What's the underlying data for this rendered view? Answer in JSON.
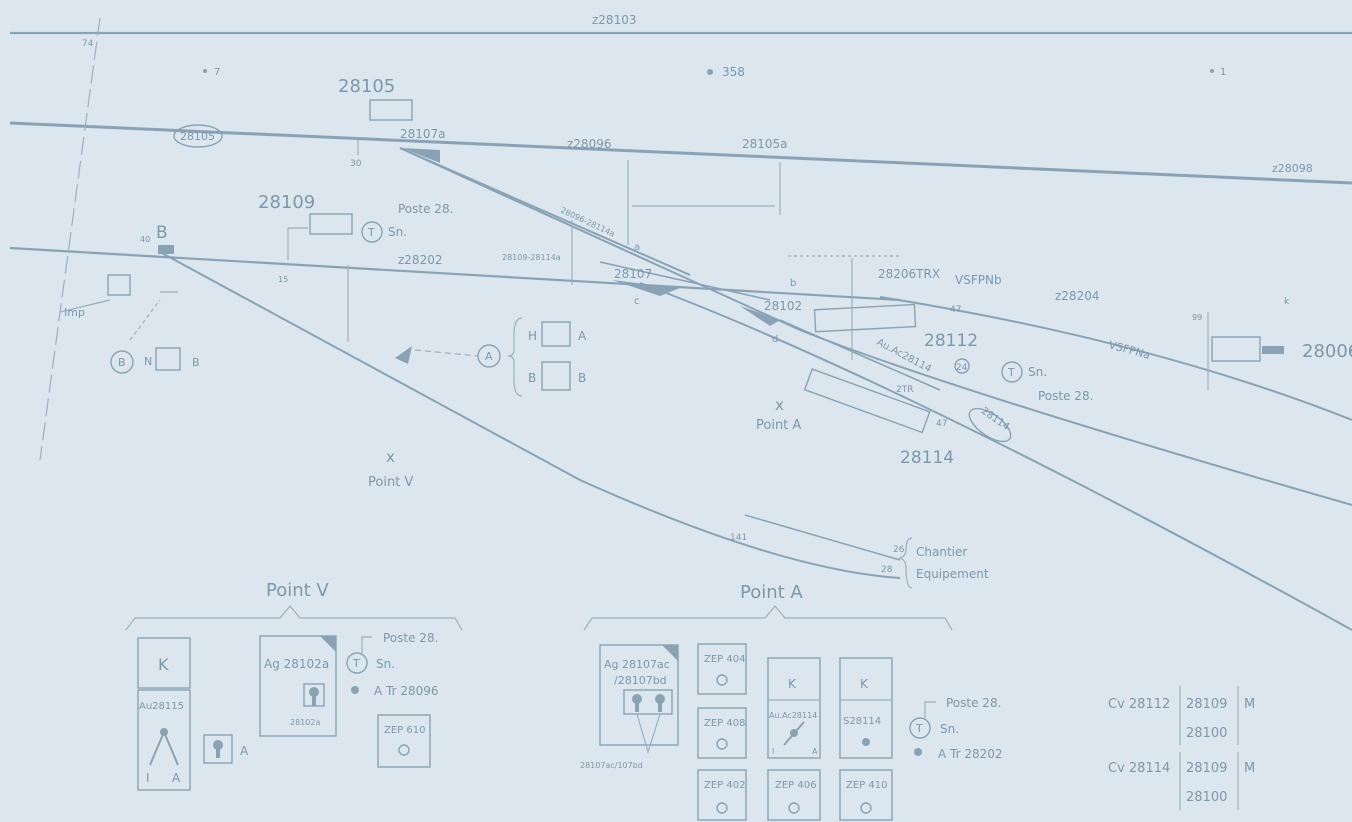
{
  "labels": {
    "z28103": "z28103",
    "t74": "74",
    "t7": "7",
    "t358": "358",
    "t1": "1",
    "n28105": "28105",
    "oval28105": "28105",
    "n28107a": "28107a",
    "t30": "30",
    "z28096": "z28096",
    "n28105a": "28105a",
    "z28098": "z28098",
    "n28109": "28109",
    "poste1": "Poste 28.",
    "sn1": "Sn.",
    "t1circ": "T",
    "B": "B",
    "t40": "40",
    "z28202": "z28202",
    "n28109_28114": "28109-28114a",
    "t28096_28114": "28096-28114a",
    "labA": "a",
    "n28107": "28107",
    "labC": "c",
    "labB": "b",
    "n28102": "28102",
    "labD": "d",
    "n28206TRX": "28206TRX",
    "VSFPNb": "VSFPNb",
    "z28204": "z28204",
    "t47a": "47",
    "t99": "99",
    "tk": "k",
    "n28006": "28006",
    "VSFPNa": "VSFPNa",
    "n28112": "28112",
    "Au": "Au.Ac28114",
    "t24": "24",
    "t2TR": "2TR",
    "t47b": "47",
    "oval28114": "28114",
    "n28114": "28114",
    "sn2": "Sn.",
    "poste2": "Poste 28.",
    "imp": "Imp",
    "t15": "15",
    "circB": "B",
    "N": "N",
    "B2": "B",
    "circA": "A",
    "H": "H",
    "A1": "A",
    "B3": "B",
    "B4": "B",
    "pointA_x": "x",
    "pointA": "Point A",
    "pointV_x": "x",
    "pointV": "Point V",
    "t141": "141",
    "t26": "26",
    "t28": "28",
    "chantier": "Chantier",
    "equip": "Equipement"
  },
  "legend": {
    "pointV": {
      "title": "Point V",
      "k": "K",
      "au": "Au28115",
      "I": "I",
      "A": "A",
      "lockA": "A",
      "ag": "Ag 28102a",
      "agsub": "28102a",
      "poste": "Poste 28.",
      "sn": "Sn.",
      "atr": "A Tr 28096",
      "zep": "ZEP 610"
    },
    "pointA": {
      "title": "Point A",
      "ag": "Ag 28107ac",
      "ag2": "/28107bd",
      "agsub": "28107ac/107bd",
      "zep404": "ZEP 404",
      "zep408": "ZEP 408",
      "zep402": "ZEP 402",
      "k1": "K",
      "au": "Au.Ac28114",
      "I": "I",
      "A": "A",
      "zep406": "ZEP 406",
      "k2": "K",
      "s": "S28114",
      "zep410": "ZEP 410",
      "poste": "Poste 28.",
      "sn": "Sn.",
      "atr": "A Tr 28202"
    },
    "cv": {
      "r1": "Cv 28112",
      "r1a": "28109",
      "r1b": "28100",
      "r1m": "M",
      "r2": "Cv 28114",
      "r2a": "28109",
      "r2b": "28100",
      "r2m": "M"
    }
  },
  "colors": {
    "background": "#dbe6ee",
    "ink": "#8aa3b4"
  }
}
